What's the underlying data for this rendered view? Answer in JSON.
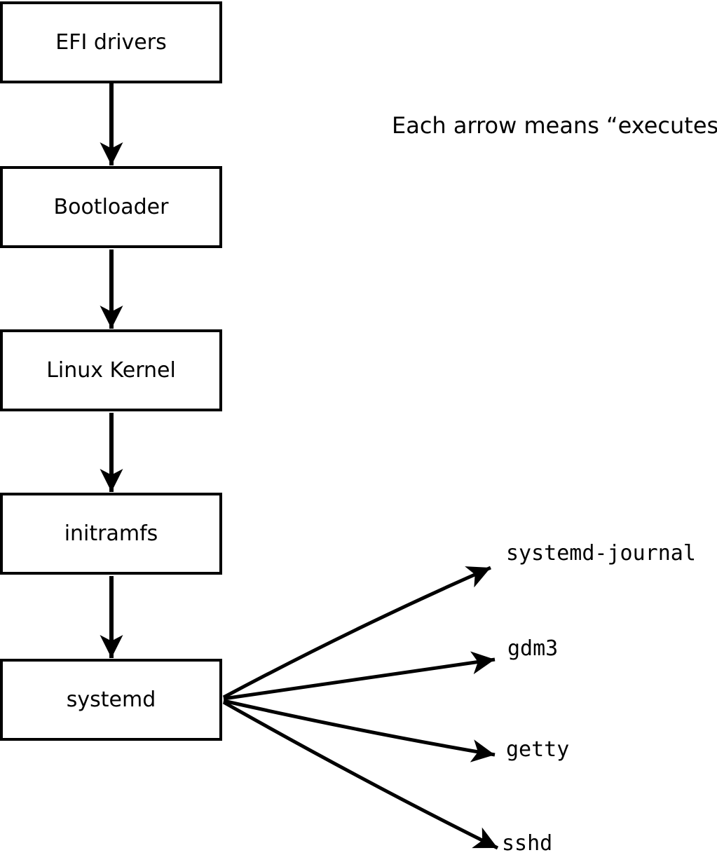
{
  "note": "Each arrow means “executes”.",
  "boxes": [
    {
      "label": "EFI drivers"
    },
    {
      "label": "Bootloader"
    },
    {
      "label": "Linux Kernel"
    },
    {
      "label": "initramfs"
    },
    {
      "label": "systemd"
    }
  ],
  "targets": [
    {
      "label": "systemd-journal"
    },
    {
      "label": "gdm3"
    },
    {
      "label": "getty"
    },
    {
      "label": "sshd"
    }
  ],
  "colors": {
    "stroke": "#000000",
    "background": "#ffffff",
    "text": "#000000"
  },
  "diagram": {
    "type": "flowchart",
    "chain": [
      "EFI drivers",
      "Bootloader",
      "Linux Kernel",
      "initramfs",
      "systemd"
    ],
    "fanout_from": "systemd",
    "fanout_to": [
      "systemd-journal",
      "gdm3",
      "getty",
      "sshd"
    ],
    "edge_meaning": "executes"
  }
}
